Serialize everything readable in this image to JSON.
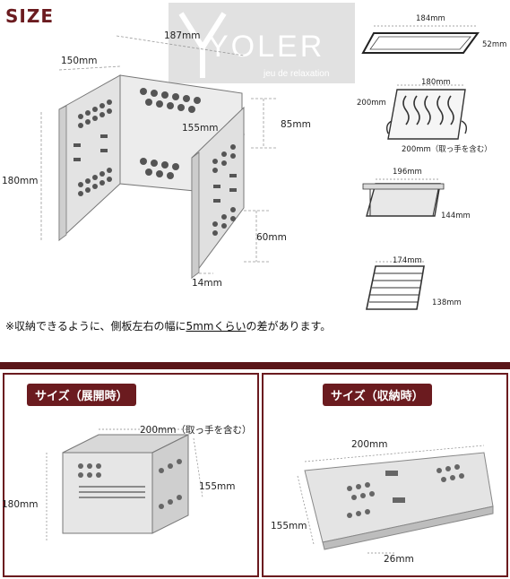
{
  "title": "SIZE",
  "logo": {
    "text": "YOLER",
    "sub": "jeu de relaxation"
  },
  "main_diagram": {
    "dims": {
      "width_top": "187mm",
      "depth": "150mm",
      "height": "180mm",
      "inner_width": "155mm",
      "upper_gap": "85mm",
      "lower_gap": "60mm",
      "thickness": "14mm"
    }
  },
  "parts": {
    "tray_top": {
      "w": "184mm",
      "h": "52mm"
    },
    "grill": {
      "w": "180mm",
      "d": "200mm",
      "d_note": "200mm（取っ手を含む）"
    },
    "plate": {
      "w": "196mm",
      "h": "144mm"
    },
    "net": {
      "w": "174mm",
      "h": "138mm"
    }
  },
  "note": {
    "before": "※収納できるように、側板左右の幅に",
    "underlined": "5mmくらい",
    "after": "の差があります。"
  },
  "expanded": {
    "badge": "サイズ（展開時）",
    "width": "200mm（取っ手を含む）",
    "depth": "155mm",
    "height": "180mm"
  },
  "folded": {
    "badge": "サイズ（収納時）",
    "width": "200mm",
    "depth": "155mm",
    "thickness": "26mm"
  },
  "colors": {
    "accent": "#6b1b1f",
    "steel": "#c8c8c8"
  }
}
